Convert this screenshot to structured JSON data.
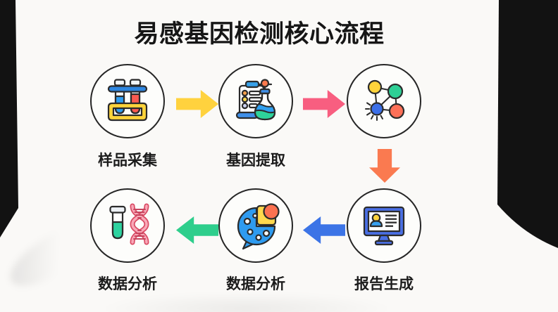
{
  "page": {
    "title": "易感基因检测核心流程",
    "card_background": "#FAF9F7",
    "frame_color": "#121212",
    "outline_color": "#262626"
  },
  "flow": {
    "steps": [
      {
        "label": "样品采集",
        "icon": "test-tube-rack-icon"
      },
      {
        "label": "基因提取",
        "icon": "clipboard-flask-icon"
      },
      {
        "label": "",
        "icon": "molecule-network-icon"
      },
      {
        "label": "报告生成",
        "icon": "monitor-report-icon"
      },
      {
        "label": "数据分析",
        "icon": "chat-pie-chart-icon"
      },
      {
        "label": "数据分析",
        "icon": "test-tube-dna-icon"
      }
    ],
    "arrows": [
      {
        "direction": "right",
        "color": "#FFD23E",
        "style": "background:#FFD23E"
      },
      {
        "direction": "right",
        "color": "#F85E80",
        "style": "background:#F85E80"
      },
      {
        "direction": "down",
        "color": "#FA7A50",
        "style": "background:#FA7A50"
      },
      {
        "direction": "left",
        "color": "#3C74E6",
        "style": "background:#3C74E6"
      },
      {
        "direction": "left",
        "color": "#2ECE8C",
        "style": "background:#2ECE8C"
      }
    ]
  }
}
